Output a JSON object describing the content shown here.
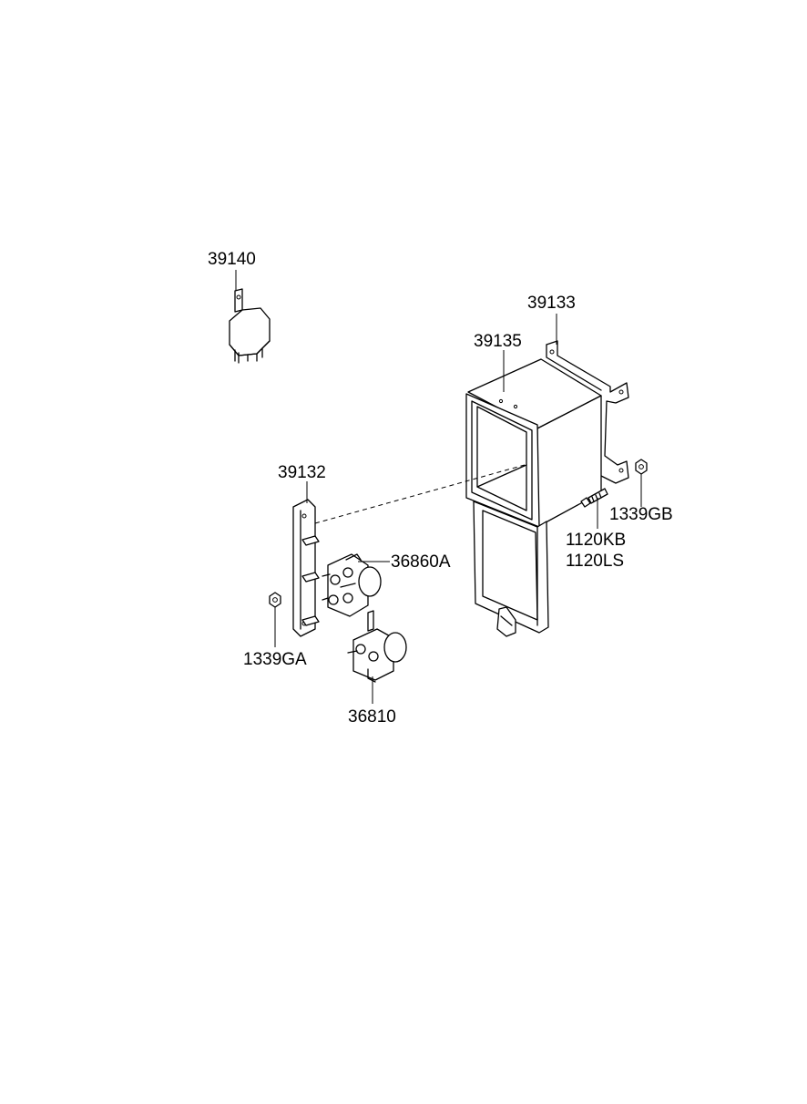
{
  "labels": {
    "p39140": "39140",
    "p39133": "39133",
    "p39135": "39135",
    "p39132": "39132",
    "p36860A": "36860A",
    "p1339GB": "1339GB",
    "p1120KB": "1120KB",
    "p1120LS": "1120LS",
    "p1339GA": "1339GA",
    "p36810": "36810"
  }
}
